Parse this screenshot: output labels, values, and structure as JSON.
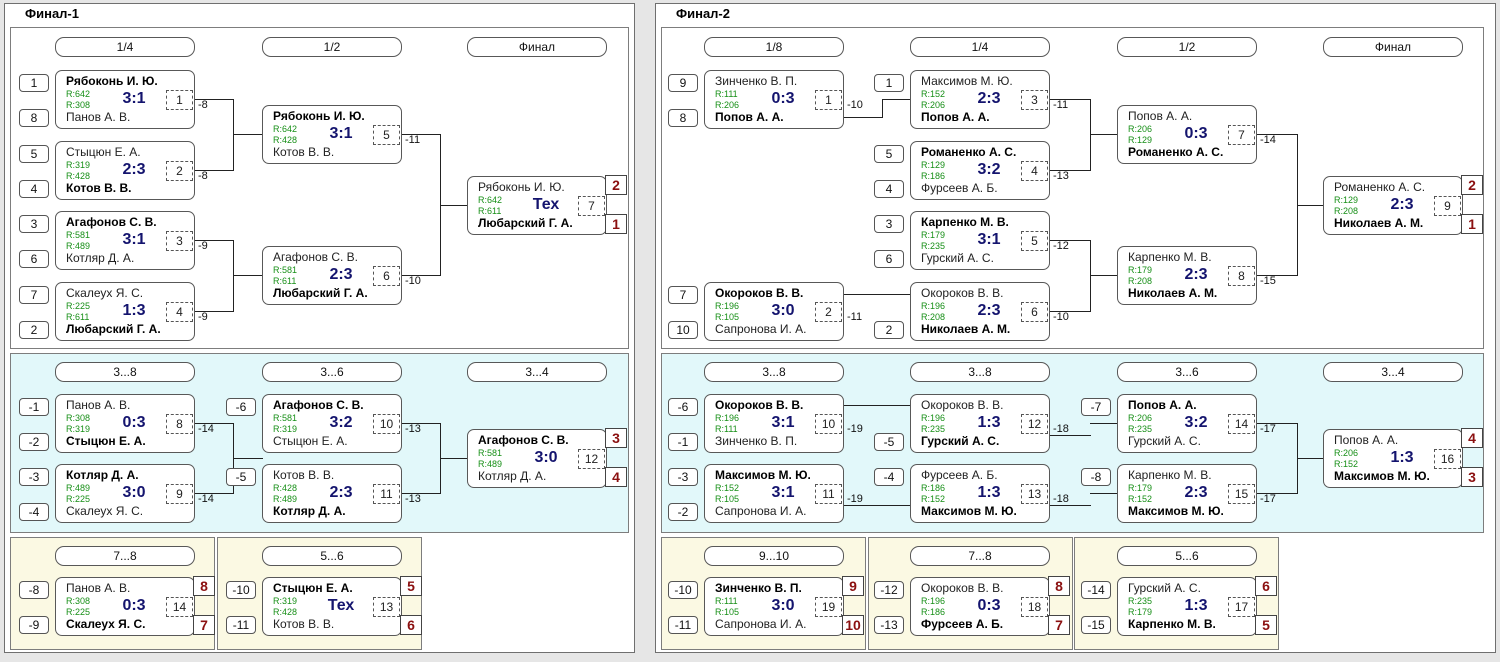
{
  "panels": [
    {
      "title": "Финал-1",
      "sections": [
        {
          "name": "main",
          "headers": [
            "1/4",
            "1/2",
            "Финал"
          ],
          "matches": [
            {
              "n1": "Рябоконь И. Ю.",
              "b1": true,
              "n2": "Панов А. В.",
              "b2": false,
              "r1": "R:642",
              "r2": "R:308",
              "score": "3:1",
              "num": "1",
              "s1": "1",
              "s2": "8",
              "loss": "-8"
            },
            {
              "n1": "Стыцюн Е. А.",
              "b1": false,
              "n2": "Котов В. В.",
              "b2": true,
              "r1": "R:319",
              "r2": "R:428",
              "score": "2:3",
              "num": "2",
              "s1": "5",
              "s2": "4",
              "loss": "-8"
            },
            {
              "n1": "Агафонов С. В.",
              "b1": true,
              "n2": "Котляр Д. А.",
              "b2": false,
              "r1": "R:581",
              "r2": "R:489",
              "score": "3:1",
              "num": "3",
              "s1": "3",
              "s2": "6",
              "loss": "-9"
            },
            {
              "n1": "Скалеух Я. С.",
              "b1": false,
              "n2": "Любарский Г. А.",
              "b2": true,
              "r1": "R:225",
              "r2": "R:611",
              "score": "1:3",
              "num": "4",
              "s1": "7",
              "s2": "2",
              "loss": "-9"
            },
            {
              "n1": "Рябоконь И. Ю.",
              "b1": true,
              "n2": "Котов В. В.",
              "b2": false,
              "r1": "R:642",
              "r2": "R:428",
              "score": "3:1",
              "num": "5",
              "loss": "-11"
            },
            {
              "n1": "Агафонов С. В.",
              "b1": false,
              "n2": "Любарский Г. А.",
              "b2": true,
              "r1": "R:581",
              "r2": "R:611",
              "score": "2:3",
              "num": "6",
              "loss": "-10"
            },
            {
              "n1": "Рябоконь И. Ю.",
              "b1": false,
              "n2": "Любарский Г. А.",
              "b2": true,
              "r1": "R:642",
              "r2": "R:611",
              "score": "Тех",
              "num": "7",
              "p1": "2",
              "p2": "1"
            }
          ]
        },
        {
          "name": "3-8",
          "headers": [
            "3...8",
            "3...6",
            "3...4"
          ],
          "matches": [
            {
              "n1": "Панов А. В.",
              "b1": false,
              "n2": "Стыцюн Е. А.",
              "b2": true,
              "r1": "R:308",
              "r2": "R:319",
              "score": "0:3",
              "num": "8",
              "s1": "-1",
              "s2": "-2",
              "loss": "-14"
            },
            {
              "n1": "Котляр Д. А.",
              "b1": true,
              "n2": "Скалеух Я. С.",
              "b2": false,
              "r1": "R:489",
              "r2": "R:225",
              "score": "3:0",
              "num": "9",
              "s1": "-3",
              "s2": "-4",
              "loss": "-14"
            },
            {
              "n1": "Агафонов С. В.",
              "b1": true,
              "n2": "Стыцюн Е. А.",
              "b2": false,
              "r1": "R:581",
              "r2": "R:319",
              "score": "3:2",
              "num": "10",
              "s1": "-6",
              "loss": "-13"
            },
            {
              "n1": "Котов В. В.",
              "b1": false,
              "n2": "Котляр Д. А.",
              "b2": true,
              "r1": "R:428",
              "r2": "R:489",
              "score": "2:3",
              "num": "11",
              "s1": "-5",
              "loss": "-13"
            },
            {
              "n1": "Агафонов С. В.",
              "b1": true,
              "n2": "Котляр Д. А.",
              "b2": false,
              "r1": "R:581",
              "r2": "R:489",
              "score": "3:0",
              "num": "12",
              "p1": "3",
              "p2": "4"
            }
          ]
        },
        {
          "name": "7-8",
          "headers": [
            "7...8"
          ],
          "matches": [
            {
              "n1": "Панов А. В.",
              "b1": false,
              "n2": "Скалеух Я. С.",
              "b2": true,
              "r1": "R:308",
              "r2": "R:225",
              "score": "0:3",
              "num": "14",
              "s1": "-8",
              "s2": "-9",
              "p1": "8",
              "p2": "7"
            }
          ]
        },
        {
          "name": "5-6",
          "headers": [
            "5...6"
          ],
          "matches": [
            {
              "n1": "Стыцюн Е. А.",
              "b1": true,
              "n2": "Котов В. В.",
              "b2": false,
              "r1": "R:319",
              "r2": "R:428",
              "score": "Тех",
              "num": "13",
              "s1": "-10",
              "s2": "-11",
              "p1": "5",
              "p2": "6"
            }
          ]
        }
      ]
    },
    {
      "title": "Финал-2",
      "sections": [
        {
          "name": "main",
          "headers": [
            "1/8",
            "1/4",
            "1/2",
            "Финал"
          ],
          "matches": [
            {
              "n1": "Зинченко В. П.",
              "b1": false,
              "n2": "Попов А. А.",
              "b2": true,
              "r1": "R:111",
              "r2": "R:206",
              "score": "0:3",
              "num": "1",
              "s1": "9",
              "s2": "8",
              "loss": "-10"
            },
            {
              "n1": "Окороков В. В.",
              "b1": true,
              "n2": "Сапронова И. А.",
              "b2": false,
              "r1": "R:196",
              "r2": "R:105",
              "score": "3:0",
              "num": "2",
              "s1": "7",
              "s2": "10",
              "loss": "-11"
            },
            {
              "n1": "Максимов М. Ю.",
              "b1": false,
              "n2": "Попов А. А.",
              "b2": true,
              "r1": "R:152",
              "r2": "R:206",
              "score": "2:3",
              "num": "3",
              "s1": "1",
              "loss": "-11"
            },
            {
              "n1": "Романенко А. С.",
              "b1": true,
              "n2": "Фурсеев А. Б.",
              "b2": false,
              "r1": "R:129",
              "r2": "R:186",
              "score": "3:2",
              "num": "4",
              "s1": "5",
              "s2": "4",
              "loss": "-13"
            },
            {
              "n1": "Карпенко М. В.",
              "b1": true,
              "n2": "Гурский А. С.",
              "b2": false,
              "r1": "R:179",
              "r2": "R:235",
              "score": "3:1",
              "num": "5",
              "s1": "3",
              "s2": "6",
              "loss": "-12"
            },
            {
              "n1": "Окороков В. В.",
              "b1": false,
              "n2": "Николаев А. М.",
              "b2": true,
              "r1": "R:196",
              "r2": "R:208",
              "score": "2:3",
              "num": "6",
              "s2": "2",
              "loss": "-10"
            },
            {
              "n1": "Попов А. А.",
              "b1": false,
              "n2": "Романенко А. С.",
              "b2": true,
              "r1": "R:206",
              "r2": "R:129",
              "score": "0:3",
              "num": "7",
              "loss": "-14"
            },
            {
              "n1": "Карпенко М. В.",
              "b1": false,
              "n2": "Николаев А. М.",
              "b2": true,
              "r1": "R:179",
              "r2": "R:208",
              "score": "2:3",
              "num": "8",
              "loss": "-15"
            },
            {
              "n1": "Романенко А. С.",
              "b1": false,
              "n2": "Николаев А. М.",
              "b2": true,
              "r1": "R:129",
              "r2": "R:208",
              "score": "2:3",
              "num": "9",
              "p1": "2",
              "p2": "1"
            }
          ]
        },
        {
          "name": "3-8",
          "headers": [
            "3...8",
            "3...8",
            "3...6",
            "3...4"
          ],
          "matches": [
            {
              "n1": "Окороков В. В.",
              "b1": true,
              "n2": "Зинченко В. П.",
              "b2": false,
              "r1": "R:196",
              "r2": "R:111",
              "score": "3:1",
              "num": "10",
              "s1": "-6",
              "s2": "-1",
              "loss": "-19"
            },
            {
              "n1": "Максимов М. Ю.",
              "b1": true,
              "n2": "Сапронова И. А.",
              "b2": false,
              "r1": "R:152",
              "r2": "R:105",
              "score": "3:1",
              "num": "11",
              "s1": "-3",
              "s2": "-2",
              "loss": "-19"
            },
            {
              "n1": "Окороков В. В.",
              "b1": false,
              "n2": "Гурский А. С.",
              "b2": true,
              "r1": "R:196",
              "r2": "R:235",
              "score": "1:3",
              "num": "12",
              "s2": "-5",
              "loss": "-18"
            },
            {
              "n1": "Фурсеев А. Б.",
              "b1": false,
              "n2": "Максимов М. Ю.",
              "b2": true,
              "r1": "R:186",
              "r2": "R:152",
              "score": "1:3",
              "num": "13",
              "s1": "-4",
              "loss": "-18"
            },
            {
              "n1": "Попов А. А.",
              "b1": true,
              "n2": "Гурский А. С.",
              "b2": false,
              "r1": "R:206",
              "r2": "R:235",
              "score": "3:2",
              "num": "14",
              "s1": "-7",
              "loss": "-17"
            },
            {
              "n1": "Карпенко М. В.",
              "b1": false,
              "n2": "Максимов М. Ю.",
              "b2": true,
              "r1": "R:179",
              "r2": "R:152",
              "score": "2:3",
              "num": "15",
              "s1": "-8",
              "loss": "-17"
            },
            {
              "n1": "Попов А. А.",
              "b1": false,
              "n2": "Максимов М. Ю.",
              "b2": true,
              "r1": "R:206",
              "r2": "R:152",
              "score": "1:3",
              "num": "16",
              "p1": "4",
              "p2": "3"
            }
          ]
        },
        {
          "name": "9-10",
          "headers": [
            "9...10"
          ],
          "matches": [
            {
              "n1": "Зинченко В. П.",
              "b1": true,
              "n2": "Сапронова И. А.",
              "b2": false,
              "r1": "R:111",
              "r2": "R:105",
              "score": "3:0",
              "num": "19",
              "s1": "-10",
              "s2": "-11",
              "p1": "9",
              "p2": "10"
            }
          ]
        },
        {
          "name": "7-8",
          "headers": [
            "7...8"
          ],
          "matches": [
            {
              "n1": "Окороков В. В.",
              "b1": false,
              "n2": "Фурсеев А. Б.",
              "b2": true,
              "r1": "R:196",
              "r2": "R:186",
              "score": "0:3",
              "num": "18",
              "s1": "-12",
              "s2": "-13",
              "p1": "8",
              "p2": "7"
            }
          ]
        },
        {
          "name": "5-6",
          "headers": [
            "5...6"
          ],
          "matches": [
            {
              "n1": "Гурский А. С.",
              "b1": false,
              "n2": "Карпенко М. В.",
              "b2": true,
              "r1": "R:235",
              "r2": "R:179",
              "score": "1:3",
              "num": "17",
              "s1": "-14",
              "s2": "-15",
              "p1": "6",
              "p2": "5"
            }
          ]
        }
      ]
    }
  ]
}
